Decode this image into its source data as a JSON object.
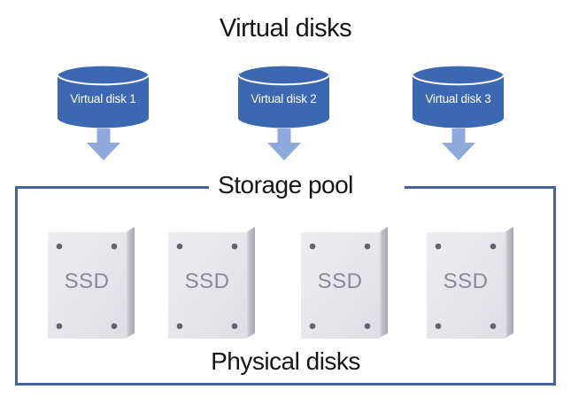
{
  "diagram": {
    "title": "Virtual disks",
    "virtual_disks": [
      {
        "label": "Virtual disk 1"
      },
      {
        "label": "Virtual disk 2"
      },
      {
        "label": "Virtual disk 3"
      }
    ],
    "storage_pool": {
      "label": "Storage pool",
      "physical_disks_label": "Physical disks",
      "ssds": [
        {
          "label": "SSD"
        },
        {
          "label": "SSD"
        },
        {
          "label": "SSD"
        },
        {
          "label": "SSD"
        }
      ]
    },
    "colors": {
      "cylinder_blue": "#3C68B1",
      "arrow_light_blue": "#8FA9DC",
      "pool_border_blue": "#44619C",
      "ssd_face_gray": "#E6E6EA",
      "ssd_side_gray": "#A6A7AF",
      "ssd_screw_gray": "#63636D",
      "ssd_label_gray": "#8A8A94",
      "text_color": "#161616"
    }
  }
}
